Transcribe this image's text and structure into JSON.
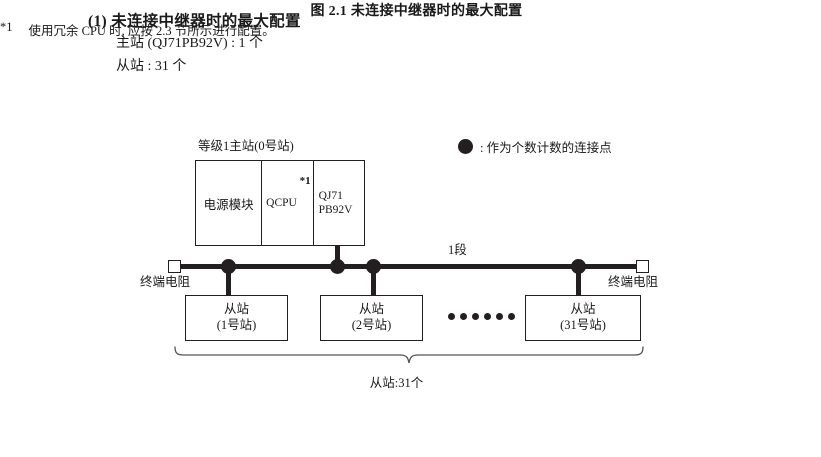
{
  "heading": {
    "section_title": "(1) 未连接中继器时的最大配置",
    "spec_master": "主站 (QJ71PB92V) : 1 个",
    "spec_slave": "从站 : 31 个"
  },
  "legend": {
    "symbol": "filled-circle",
    "text": ": 作为个数计数的连接点"
  },
  "diagram": {
    "master_label": "等级1主站(0号站)",
    "segment_label": "1段",
    "module": {
      "power_label": "电源模块",
      "cpu_label": "QCPU",
      "cpu_footnote": "*1",
      "network_label_line1": "QJ71",
      "network_label_line2": "PB92V"
    },
    "terminator_left_label": "终端电阻",
    "terminator_right_label": "终端电阻",
    "slaves": [
      {
        "name": "从站",
        "station": "(1号站)"
      },
      {
        "name": "从站",
        "station": "(2号站)"
      },
      {
        "name": "从站",
        "station": "(31号站)"
      }
    ],
    "ellipsis_dot_count": 6,
    "brace_label": "从站:31个",
    "bus_dot_count": 4
  },
  "figure_caption": "图 2.1  未连接中继器时的最大配置",
  "footnote": {
    "marker": "*1",
    "text": "使用冗余 CPU 时, 应按 2.3 节所示进行配置。"
  },
  "colors": {
    "ink": "#231f20",
    "background": "#ffffff"
  }
}
